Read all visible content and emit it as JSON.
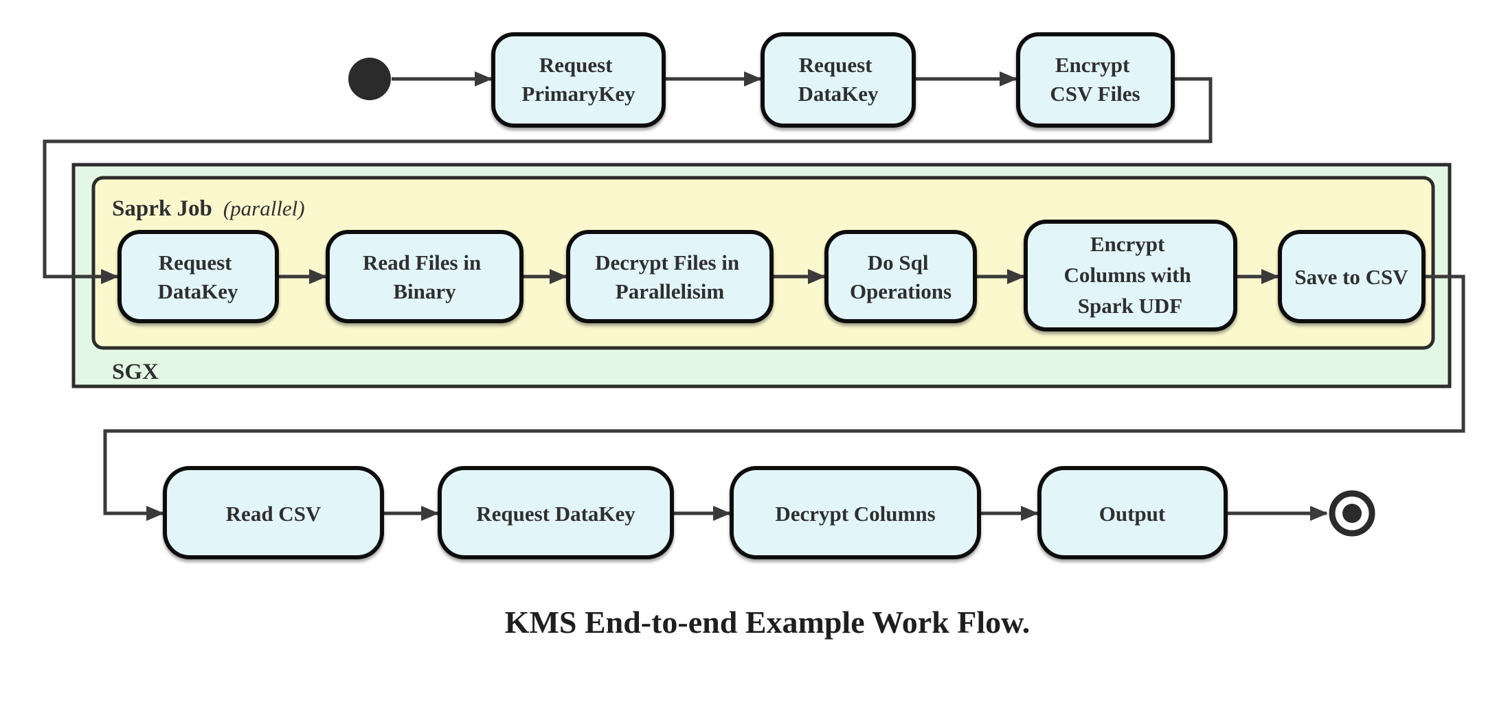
{
  "diagram": {
    "caption": "KMS End-to-end Example Work Flow.",
    "containers": {
      "sgx": {
        "label": "SGX"
      },
      "spark_job": {
        "label": "Saprk Job",
        "modifier": "(parallel)"
      }
    },
    "top_row": [
      {
        "id": "request-primarykey",
        "lines": [
          "Request",
          "PrimaryKey"
        ]
      },
      {
        "id": "request-datakey",
        "lines": [
          "Request",
          "DataKey"
        ]
      },
      {
        "id": "encrypt-csv-files",
        "lines": [
          "Encrypt",
          "CSV Files"
        ]
      }
    ],
    "spark_row": [
      {
        "id": "request-datakey-sgx",
        "lines": [
          "Request",
          "DataKey"
        ]
      },
      {
        "id": "read-files-in-binary",
        "lines": [
          "Read Files in",
          "Binary"
        ]
      },
      {
        "id": "decrypt-files-in-parallelisim",
        "lines": [
          "Decrypt Files in",
          "Parallelisim"
        ]
      },
      {
        "id": "do-sql-operations",
        "lines": [
          "Do Sql",
          "Operations"
        ]
      },
      {
        "id": "encrypt-columns-with-spark-udf",
        "lines": [
          "Encrypt",
          "Columns with",
          "Spark UDF"
        ]
      },
      {
        "id": "save-to-csv",
        "lines": [
          "Save to CSV"
        ]
      }
    ],
    "bottom_row": [
      {
        "id": "read-csv",
        "lines": [
          "Read CSV"
        ]
      },
      {
        "id": "request-datakey-client",
        "lines": [
          "Request DataKey"
        ]
      },
      {
        "id": "decrypt-columns",
        "lines": [
          "Decrypt Columns"
        ]
      },
      {
        "id": "output",
        "lines": [
          "Output"
        ]
      }
    ],
    "colors": {
      "node_fill": "#e2f6fa",
      "node_border": "#0d0d0d",
      "sgx_fill": "#e2f8e4",
      "spark_fill": "#fbf8ce",
      "container_border": "#2d2d2d",
      "connector": "#3a3a3a",
      "terminal": "#2b2b2b",
      "text": "#2f2f2f"
    }
  }
}
